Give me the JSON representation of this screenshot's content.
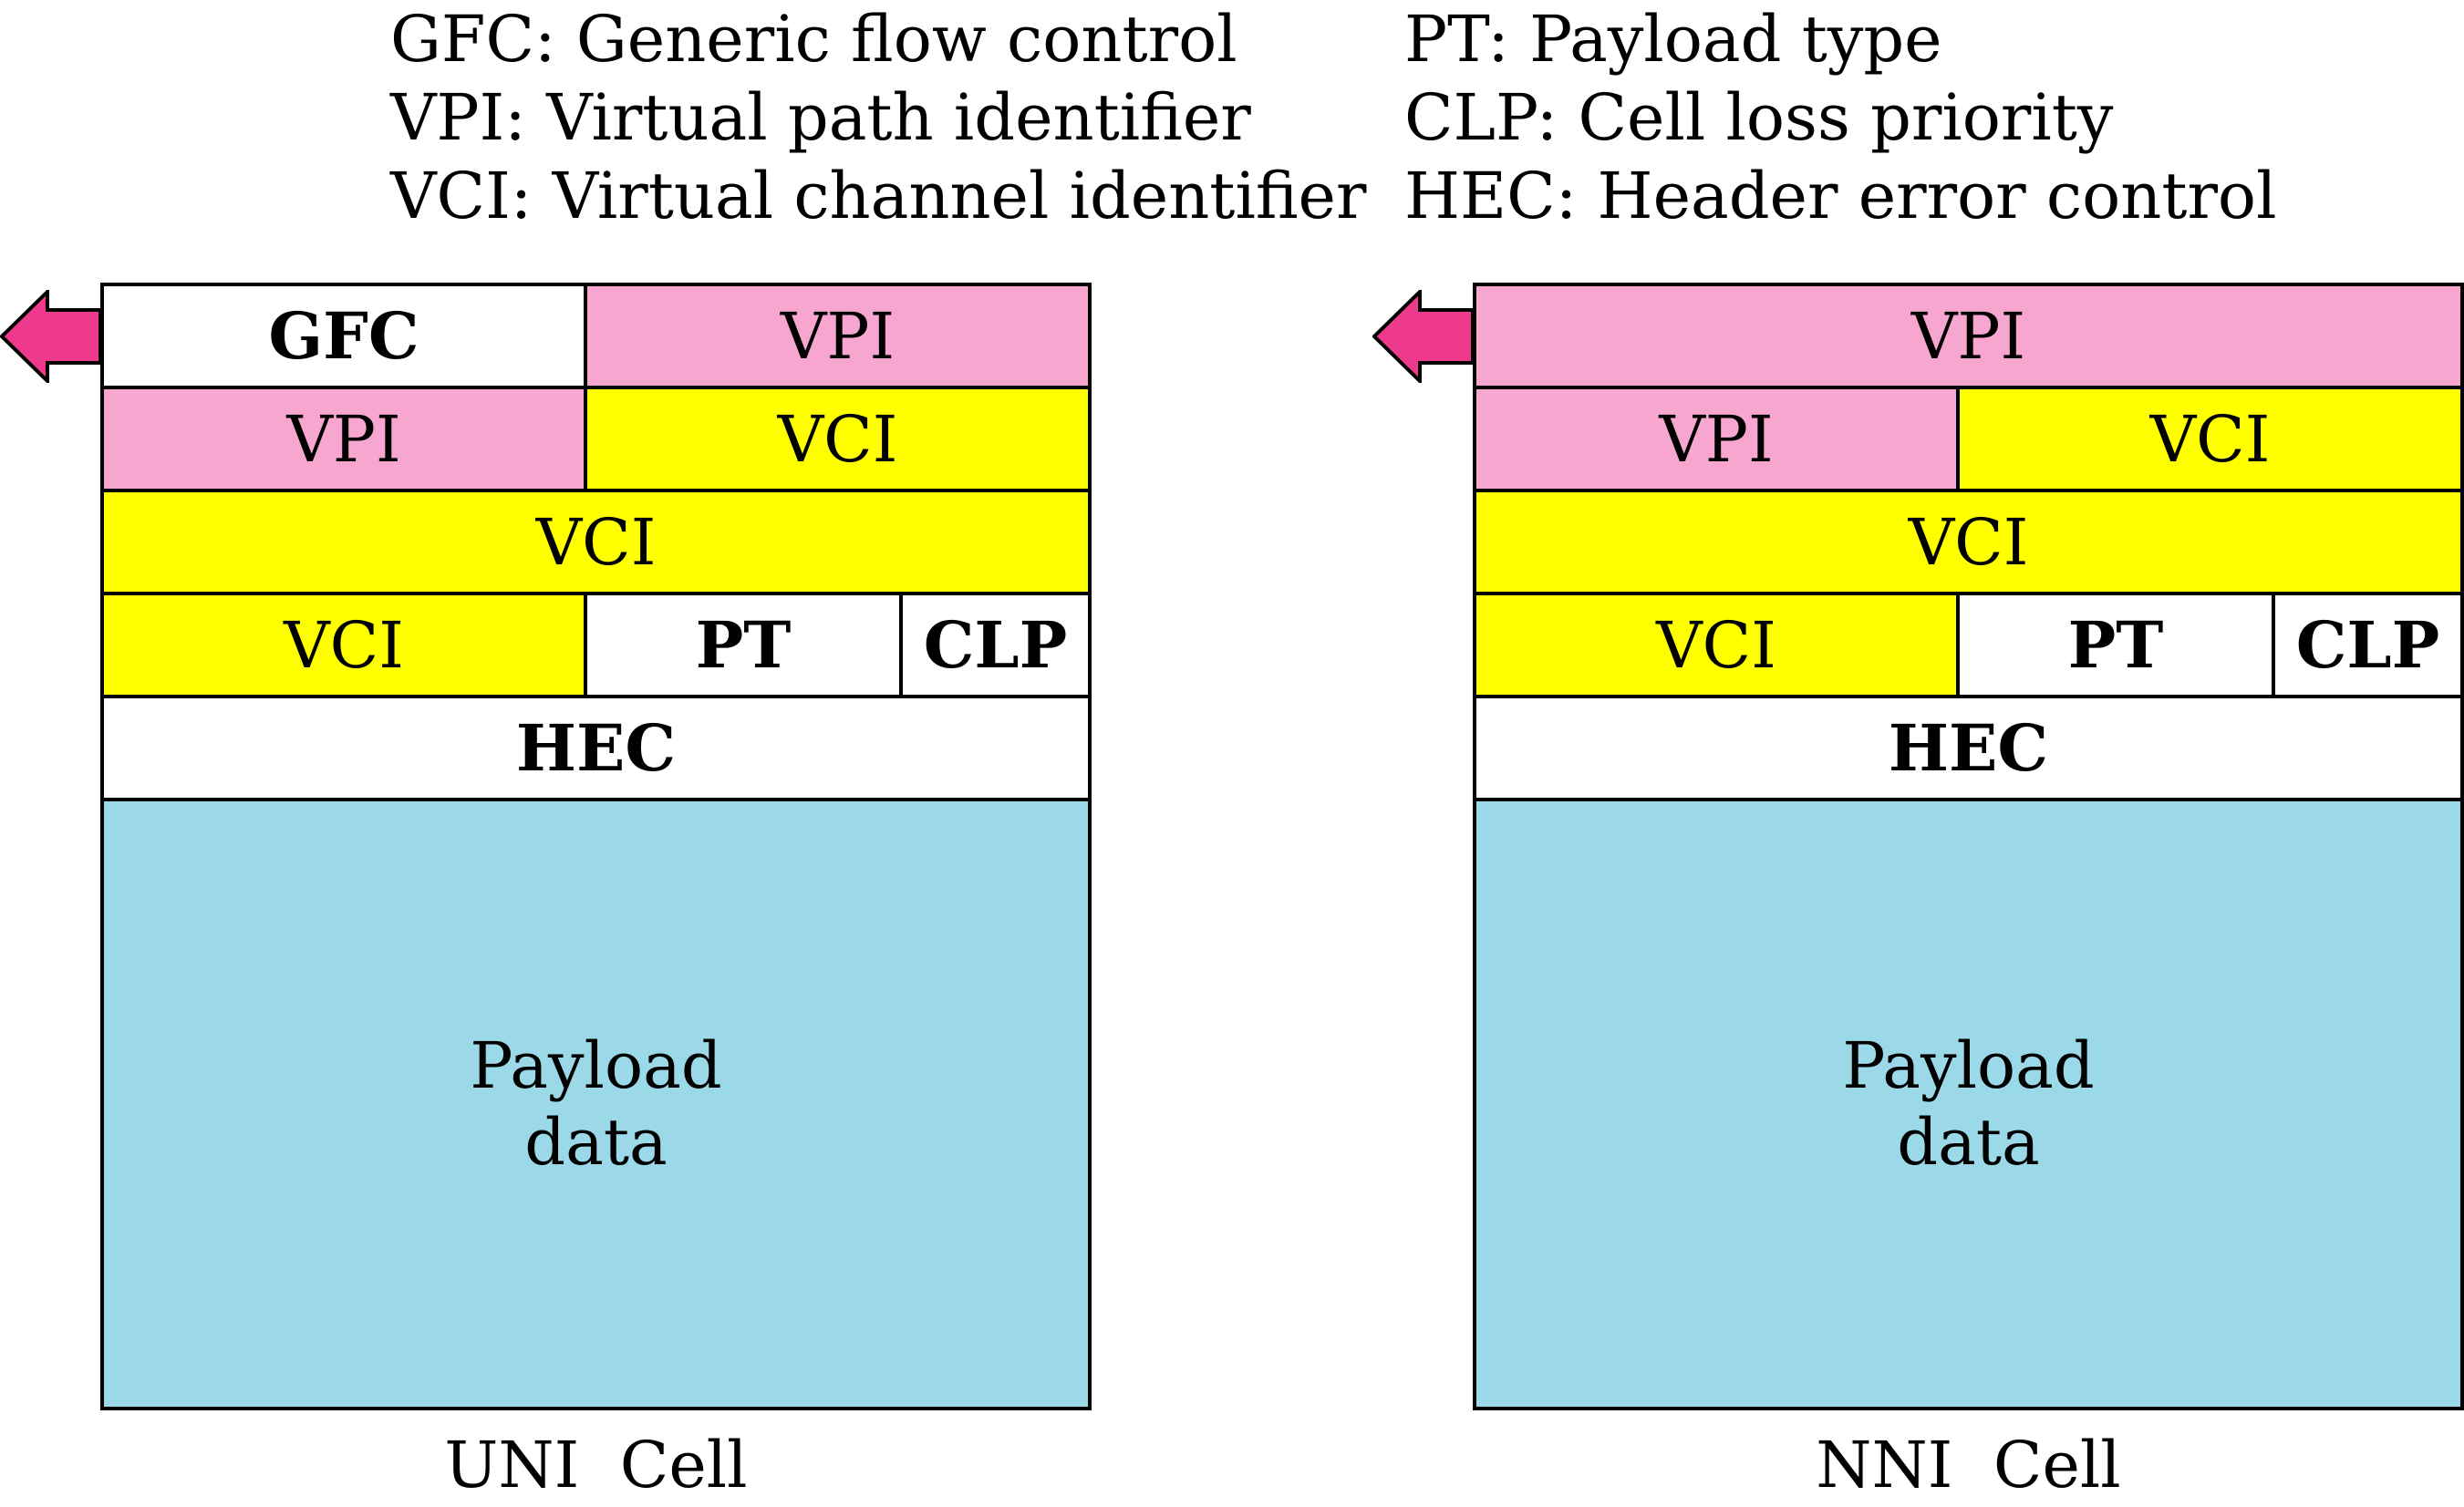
{
  "legend": {
    "left": [
      "GFC: Generic flow control",
      "VPI: Virtual path identifier",
      "VCI: Virtual channel identifier"
    ],
    "right": [
      "PT: Payload type",
      "CLP: Cell loss priority",
      "HEC: Header error control"
    ]
  },
  "colors": {
    "vpi": "#f7a6d0",
    "vci": "#ffff00",
    "payload": "#9bd8e8",
    "arrow": "#ee3a8c"
  },
  "uni": {
    "caption": "UNI  Cell",
    "row1": [
      "GFC",
      "VPI"
    ],
    "row2": [
      "VPI",
      "VCI"
    ],
    "row3": [
      "VCI"
    ],
    "row4": [
      "VCI",
      "PT",
      "CLP"
    ],
    "row5": [
      "HEC"
    ],
    "payload": [
      "Payload",
      "data"
    ]
  },
  "nni": {
    "caption": "NNI  Cell",
    "row1": [
      "VPI"
    ],
    "row2": [
      "VPI",
      "VCI"
    ],
    "row3": [
      "VCI"
    ],
    "row4": [
      "VCI",
      "PT",
      "CLP"
    ],
    "row5": [
      "HEC"
    ],
    "payload": [
      "Payload",
      "data"
    ]
  }
}
